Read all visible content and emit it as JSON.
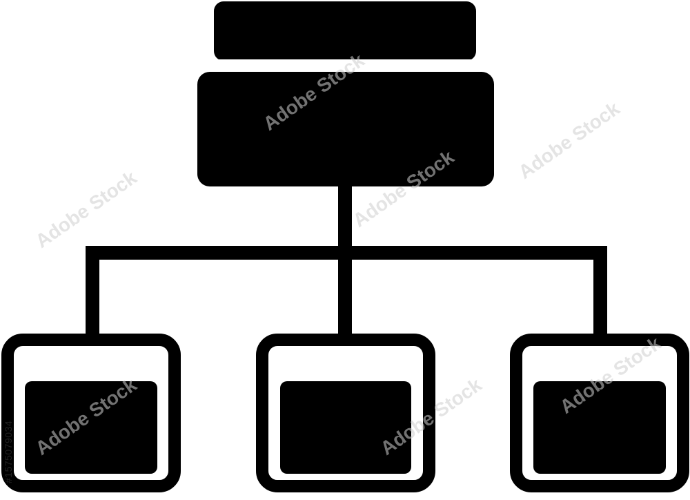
{
  "image": {
    "subject": "hierarchy-diagram-icon",
    "foreground_color": "#000000",
    "background_color": "#ffffff"
  },
  "diagram": {
    "root": {
      "kind": "header-block"
    },
    "children": [
      {
        "kind": "framed-block"
      },
      {
        "kind": "framed-block"
      },
      {
        "kind": "framed-block"
      }
    ]
  },
  "watermark": {
    "text": "Adobe Stock",
    "stock_id": "#1575079034"
  }
}
